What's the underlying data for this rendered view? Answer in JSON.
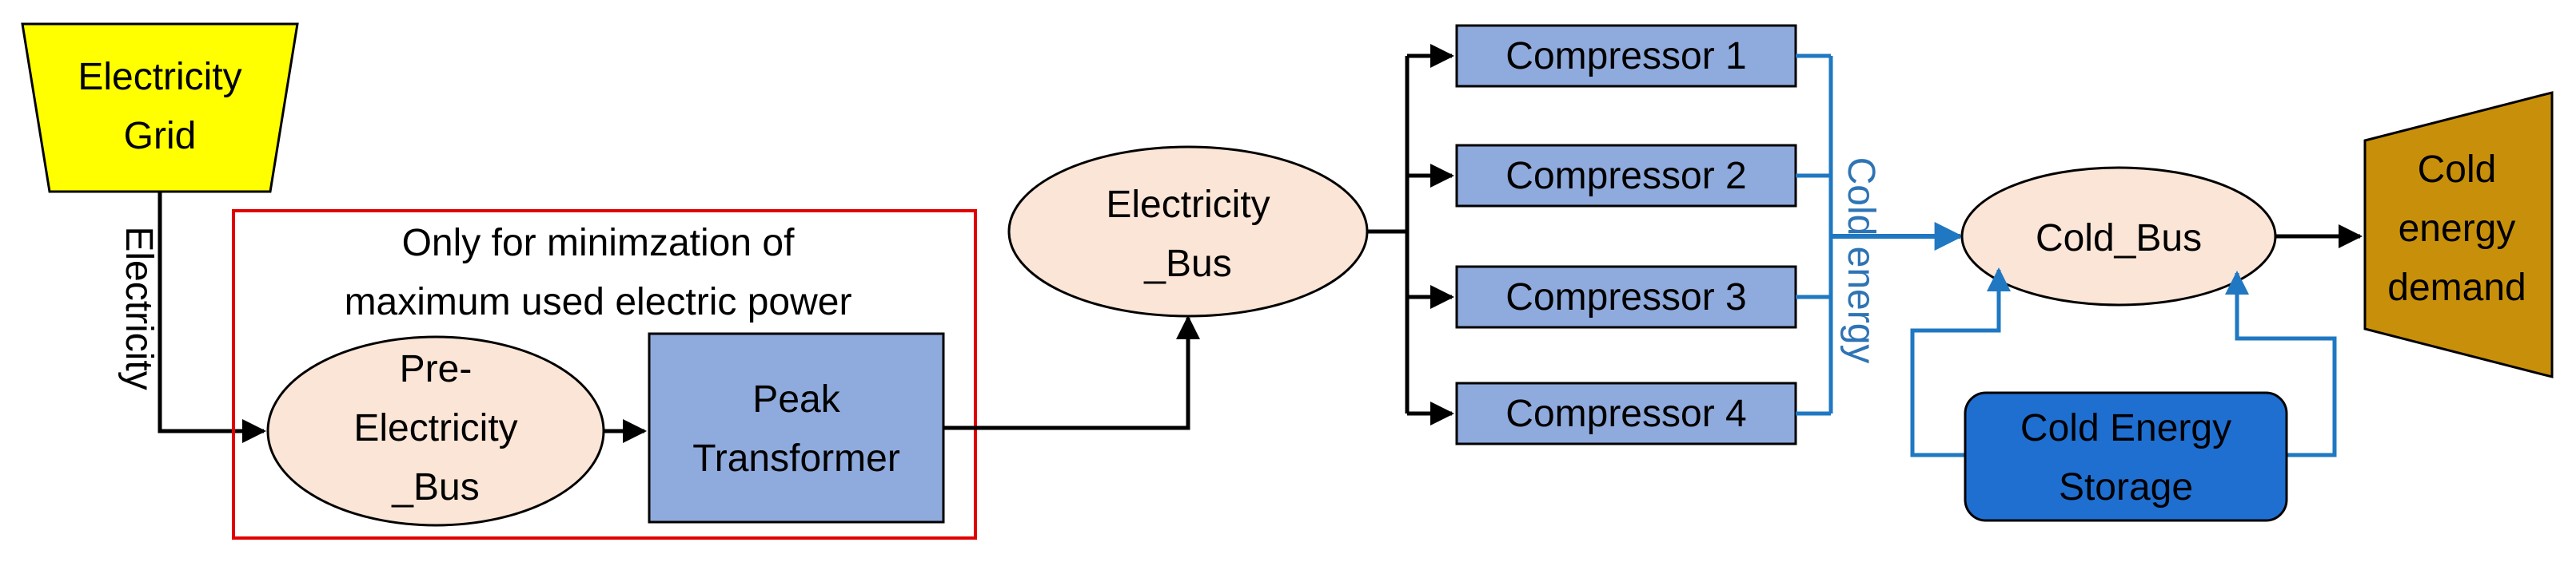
{
  "nodes": {
    "electricity_grid": [
      "Electricity",
      "Grid"
    ],
    "pre_electricity_bus": [
      "Pre-",
      "Electricity",
      "_Bus"
    ],
    "peak_transformer": [
      "Peak",
      "Transformer"
    ],
    "electricity_bus": [
      "Electricity",
      "_Bus"
    ],
    "compressors": [
      "Compressor 1",
      "Compressor 2",
      "Compressor 3",
      "Compressor 4"
    ],
    "cold_bus": "Cold_Bus",
    "cold_energy_storage": [
      "Cold Energy",
      "Storage"
    ],
    "cold_energy_demand": [
      "Cold",
      "energy",
      "demand"
    ]
  },
  "labels": {
    "electricity_flow": "Electricity",
    "cold_energy_flow": "Cold energy",
    "minimization_note": [
      "Only for minimzation of",
      "maximum used electric power"
    ]
  },
  "colors": {
    "grid_fill": "#ffff00",
    "bus_fill": "#fbe5d6",
    "transformer_fill": "#8faadc",
    "compressor_fill": "#8faadc",
    "storage_fill": "#1f6fd1",
    "demand_fill": "#c8900a",
    "cold_line": "#1f78c1",
    "note_frame": "#e00000"
  }
}
